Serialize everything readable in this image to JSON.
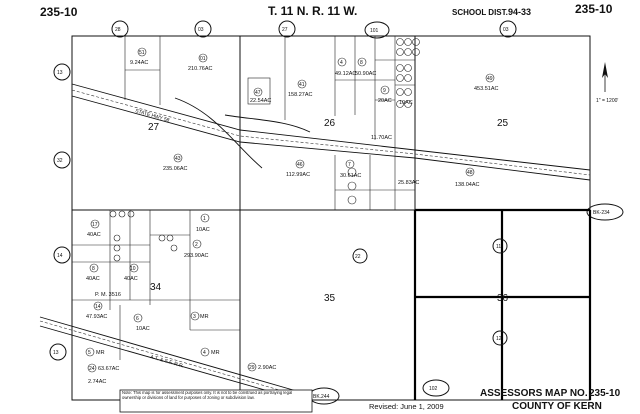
{
  "header": {
    "book_page_left": "235-10",
    "township_range": "T. 11 N. R. 11 W.",
    "school_dist_label": "SCHOOL DIST.",
    "school_dist_value": "94-33",
    "book_page_right": "235-10"
  },
  "footer": {
    "map_title": "ASSESSORS MAP NO.",
    "map_no": "235-10",
    "county": "COUNTY OF KERN",
    "revised": "Revised: June 1, 2009",
    "note": "Note: This map is for assessment purposes only. It is not to be construed as portraying legal ownership or divisions of land for purposes of zoning or subdivision law."
  },
  "scale_note": "1\" = 1200'",
  "outer_labels": {
    "top": [
      "28",
      "03",
      "27",
      "101",
      "03"
    ],
    "left": [
      "13",
      "32",
      "14",
      "13"
    ],
    "right": [
      "BK-234"
    ],
    "bottom": [
      "BK.244",
      "102"
    ]
  },
  "sections": [
    "27",
    "26",
    "25",
    "34",
    "35",
    "36",
    "22"
  ],
  "section_circles": [
    "11",
    "12"
  ],
  "roads": [
    "STATE HWY 58",
    "A.T. & S.F. R.R."
  ],
  "plat_ref": "P. M. 3516",
  "parcels": [
    {
      "num": "51",
      "acres": "9.24AC"
    },
    {
      "num": "01",
      "acres": "210.76AC"
    },
    {
      "num": "47",
      "acres": "22.54AC"
    },
    {
      "num": "41",
      "acres": "158.27AC"
    },
    {
      "num": "4",
      "acres": "49.12AC"
    },
    {
      "num": "8",
      "acres": "50.90AC"
    },
    {
      "num": "9",
      "acres": "20AC"
    },
    {
      "num": "",
      "acres": "10AC"
    },
    {
      "num": "49",
      "acres": "453.51AC"
    },
    {
      "num": "43",
      "acres": "235.06AC"
    },
    {
      "num": "46",
      "acres": "112.99AC"
    },
    {
      "num": "7",
      "acres": "30.61AC"
    },
    {
      "num": "",
      "acres": "11.70AC"
    },
    {
      "num": "",
      "acres": "25.83AC"
    },
    {
      "num": "48",
      "acres": "138.04AC"
    },
    {
      "num": "2",
      "acres": "293.90AC"
    },
    {
      "num": "17",
      "acres": "40AC"
    },
    {
      "num": "1",
      "acres": "10AC"
    },
    {
      "num": "8",
      "acres": "40AC"
    },
    {
      "num": "10",
      "acres": "40AC"
    },
    {
      "num": "14",
      "acres": "47.93AC"
    },
    {
      "num": "6",
      "acres": "10AC"
    },
    {
      "num": "3",
      "acres": "MR"
    },
    {
      "num": "5",
      "acres": "MR"
    },
    {
      "num": "24",
      "acres": "63.67AC"
    },
    {
      "num": "4",
      "acres": "MR"
    },
    {
      "num": "29",
      "acres": "2.90AC"
    },
    {
      "num": "",
      "acres": "2.74AC"
    }
  ]
}
